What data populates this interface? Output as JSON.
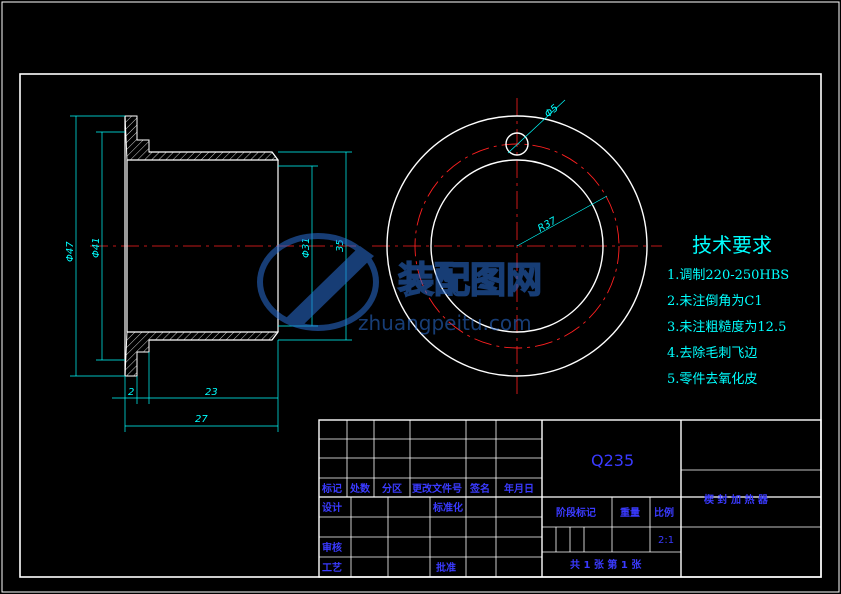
{
  "dims": {
    "d47": "Φ47",
    "d41": "Φ41",
    "d31": "Φ31",
    "h35": "35",
    "w2": "2",
    "w23": "23",
    "w27": "27",
    "d5": "Φ5",
    "r37": "R37"
  },
  "watermark": {
    "cn": "装配图网",
    "url": "zhuangpeitu.com"
  },
  "tech": {
    "title": "技术要求",
    "items": [
      "1.调制220-250HBS",
      "2.未注倒角为C1",
      "3.未注粗糙度为12.5",
      "4.去除毛刺飞边",
      "5.零件去氧化皮"
    ]
  },
  "titleblock": {
    "material": "Q235",
    "part_name": "楔 封 加 热 器",
    "header_labels": [
      "标记",
      "处数",
      "分区",
      "更改文件号",
      "签名",
      "年月日"
    ],
    "design": "设计",
    "standard": "标准化",
    "review": "审核",
    "process": "工艺",
    "approve": "批准",
    "stage_mark": "阶段标记",
    "weight": "重量",
    "scale": "比例",
    "scale_value": "2:1",
    "sheets": "共 1 张   第 1 张"
  },
  "colors": {
    "frame": "#ffffff",
    "part": "#ffffff",
    "dimension": "#00ffff",
    "centerline": "#ff2020",
    "techtext": "#00ffff",
    "titlebox": "#3a3aff",
    "watermark": "#2a6fd6"
  }
}
